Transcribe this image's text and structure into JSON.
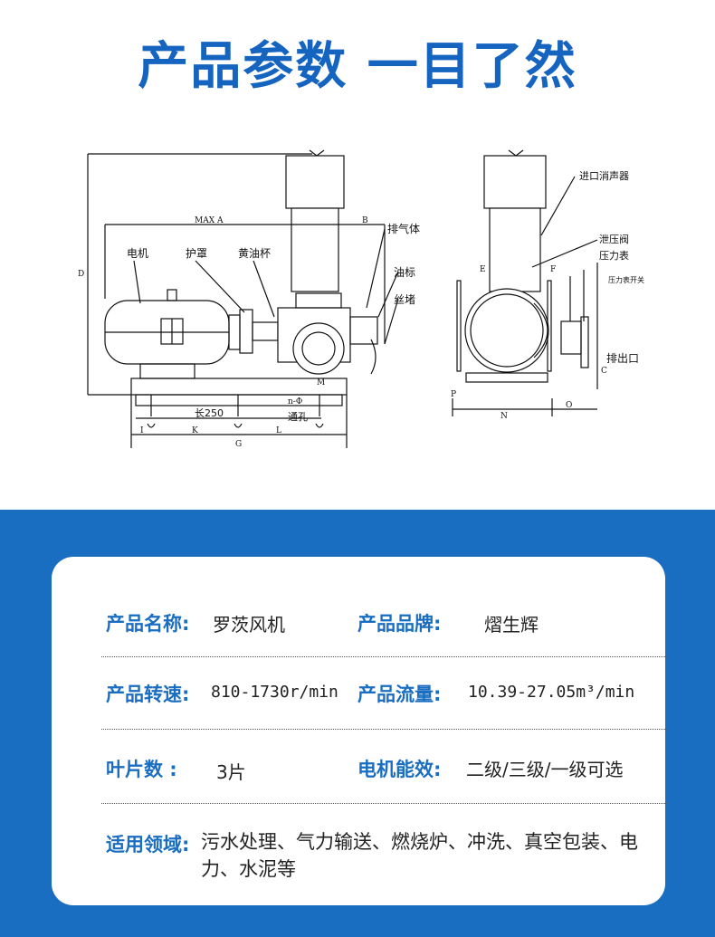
{
  "title": "产品参数 一目了然",
  "diagram": {
    "labels": {
      "motor": "电机",
      "guard": "护罩",
      "oil_cup": "黄油杯",
      "exhaust": "排气体",
      "oil_mark": "油标",
      "plug": "丝堵",
      "inlet_silencer": "进口消声器",
      "relief_valve": "泄压阀",
      "pressure_gauge": "压力表",
      "gauge_switch": "压力表开关",
      "outlet": "排出口",
      "length": "长250",
      "through_hole": "通孔",
      "n_phi": "n-Φ",
      "max_a": "MAX A",
      "dim_b": "B",
      "dim_d": "D",
      "dim_e": "E",
      "dim_f": "F",
      "dim_c": "C",
      "dim_p": "P",
      "dim_n": "N",
      "dim_o": "O",
      "dim_m": "M",
      "dim_i": "I",
      "dim_k": "K",
      "dim_l": "L",
      "dim_g": "G"
    }
  },
  "specs": {
    "name_label": "产品名称:",
    "name_value": "罗茨风机",
    "brand_label": "产品品牌:",
    "brand_value": "熠生辉",
    "speed_label": "产品转速:",
    "speed_value": "810-1730r/min",
    "flow_label": "产品流量:",
    "flow_value": "10.39-27.05m³/min",
    "blades_label": "叶片数 :",
    "blades_value": "3片",
    "efficiency_label": "电机能效:",
    "efficiency_value": "二级/三级/一级可选",
    "usage_label": "适用领域:",
    "usage_value": "污水处理、气力输送、燃烧炉、冲洗、真空包装、电力、水泥等"
  }
}
